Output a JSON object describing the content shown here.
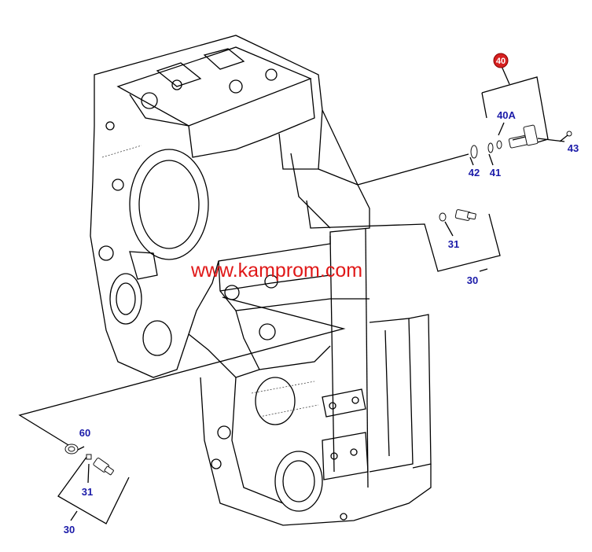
{
  "watermark": "www.kamprom.com",
  "badge_label": "40",
  "callouts": {
    "c40A": "40A",
    "c42": "42",
    "c41": "41",
    "c43": "43",
    "c31_top": "31",
    "c30_top": "30",
    "c60": "60",
    "c31_bottom": "31",
    "c30_bottom": "30"
  },
  "colors": {
    "callout_text": "#1a1aa8",
    "watermark": "#e01818",
    "badge_fill": "#d62020",
    "line": "#000000"
  }
}
